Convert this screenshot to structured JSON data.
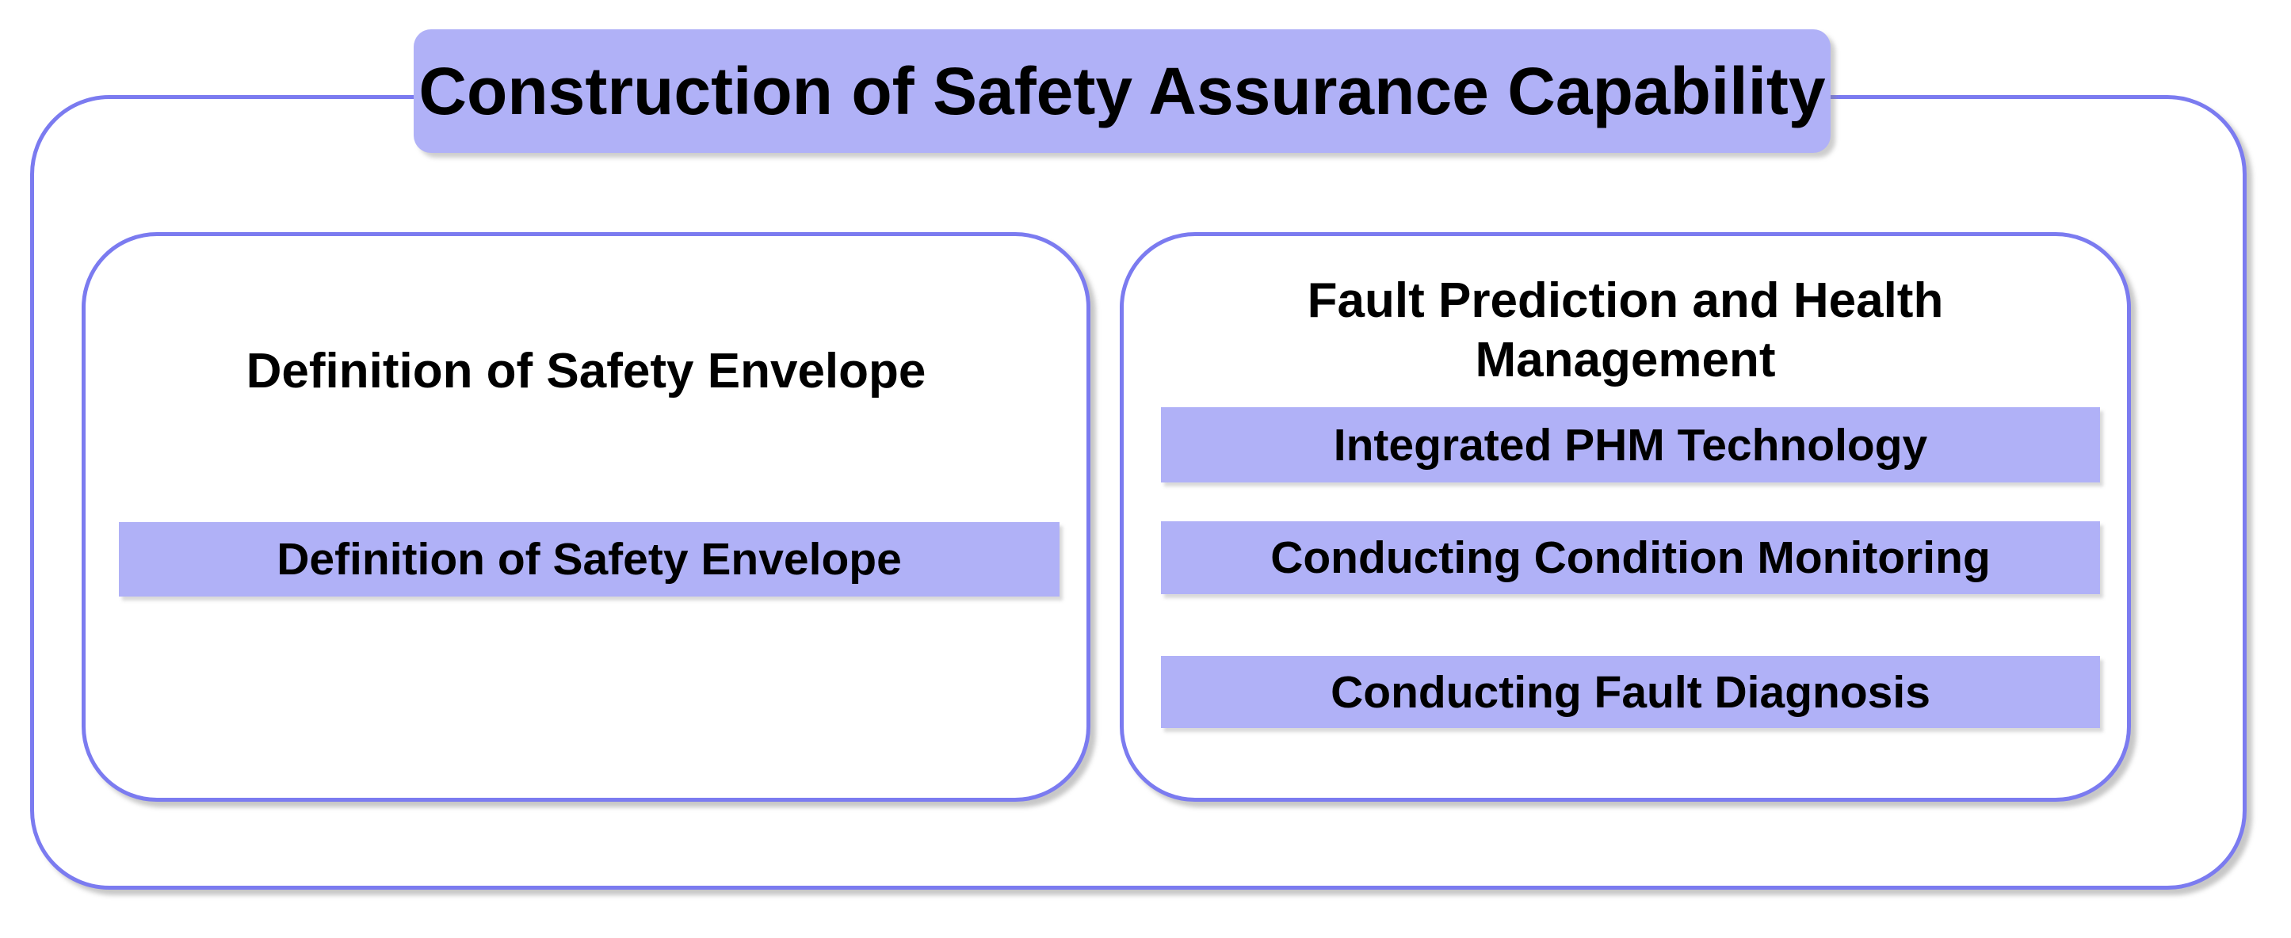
{
  "diagram": {
    "title": "Construction of Safety Assurance Capability",
    "colors": {
      "fill": "#b0b1f7",
      "border": "#7b7bf0",
      "text": "#000000"
    },
    "sections": [
      {
        "title": "Definition of Safety Envelope",
        "items": [
          {
            "label": "Definition of Safety Envelope"
          }
        ]
      },
      {
        "title": "Fault Prediction and Health Management",
        "items": [
          {
            "label": "Integrated PHM Technology"
          },
          {
            "label": "Conducting Condition Monitoring"
          },
          {
            "label": "Conducting Fault Diagnosis"
          }
        ]
      }
    ]
  }
}
